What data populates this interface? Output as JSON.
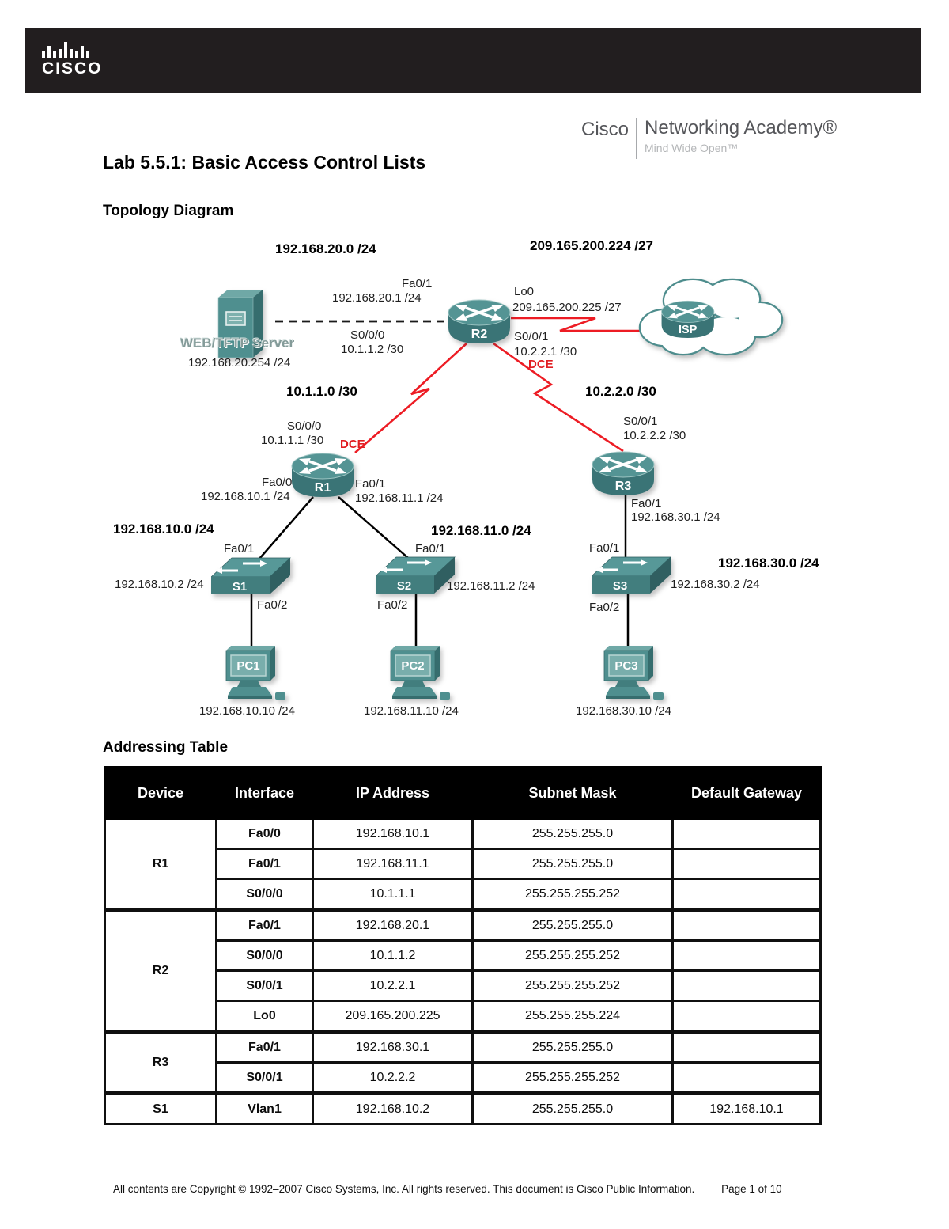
{
  "header": {
    "logo_text": "CISCO",
    "academy_brand": "Cisco",
    "academy_name": "Networking Academy®",
    "academy_tagline": "Mind Wide Open™"
  },
  "title": "Lab 5.5.1: Basic Access Control Lists",
  "sections": {
    "topology": "Topology Diagram",
    "addressing": "Addressing Table"
  },
  "topology": {
    "networks": {
      "net20": "192.168.20.0 /24",
      "net209": "209.165.200.224 /27",
      "net10_1": "10.1.1.0 /30",
      "net10_2": "10.2.2.0 /30",
      "net_10": "192.168.10.0 /24",
      "net_11": "192.168.11.0 /24",
      "net_30": "192.168.30.0 /24"
    },
    "devices": {
      "server_name": "WEB/TFTP Server",
      "server_ip": "192.168.20.254 /24",
      "r1": "R1",
      "r2": "R2",
      "r3": "R3",
      "isp": "ISP",
      "s1": "S1",
      "s2": "S2",
      "s3": "S3",
      "pc1": "PC1",
      "pc2": "PC2",
      "pc3": "PC3"
    },
    "labels": {
      "r2_fa01": "Fa0/1",
      "r2_fa01_ip": "192.168.20.1 /24",
      "r2_lo0": "Lo0",
      "r2_lo0_ip": "209.165.200.225 /27",
      "r2_s000": "S0/0/0",
      "r2_s000_ip": "10.1.1.2 /30",
      "r2_s001": "S0/0/1",
      "r2_s001_ip": "10.2.2.1 /30",
      "r2_dce": "DCE",
      "r1_s000": "S0/0/0",
      "r1_s000_ip": "10.1.1.1 /30",
      "r1_dce": "DCE",
      "r1_fa00": "Fa0/0",
      "r1_fa00_ip": "192.168.10.1 /24",
      "r1_fa01": "Fa0/1",
      "r1_fa01_ip": "192.168.11.1 /24",
      "r3_s001": "S0/0/1",
      "r3_s001_ip": "10.2.2.2 /30",
      "r3_fa01": "Fa0/1",
      "r3_fa01_ip": "192.168.30.1 /24",
      "s1_fa01": "Fa0/1",
      "s1_fa02": "Fa0/2",
      "s1_ip": "192.168.10.2 /24",
      "s2_fa01": "Fa0/1",
      "s2_fa02": "Fa0/2",
      "s2_ip": "192.168.11.2 /24",
      "s3_fa01": "Fa0/1",
      "s3_fa02": "Fa0/2",
      "s3_ip": "192.168.30.2 /24",
      "pc1_ip": "192.168.10.10 /24",
      "pc2_ip": "192.168.11.10 /24",
      "pc3_ip": "192.168.30.10 /24"
    }
  },
  "addressing_table": {
    "headers": [
      "Device",
      "Interface",
      "IP Address",
      "Subnet Mask",
      "Default Gateway"
    ],
    "rows": [
      {
        "device": "R1",
        "span": 3,
        "interface": "Fa0/0",
        "ip": "192.168.10.1",
        "mask": "255.255.255.0",
        "gw": ""
      },
      {
        "interface": "Fa0/1",
        "ip": "192.168.11.1",
        "mask": "255.255.255.0",
        "gw": ""
      },
      {
        "interface": "S0/0/0",
        "ip": "10.1.1.1",
        "mask": "255.255.255.252",
        "gw": ""
      },
      {
        "device": "R2",
        "span": 4,
        "group_start": true,
        "interface": "Fa0/1",
        "ip": "192.168.20.1",
        "mask": "255.255.255.0",
        "gw": ""
      },
      {
        "interface": "S0/0/0",
        "ip": "10.1.1.2",
        "mask": "255.255.255.252",
        "gw": ""
      },
      {
        "interface": "S0/0/1",
        "ip": "10.2.2.1",
        "mask": "255.255.255.252",
        "gw": ""
      },
      {
        "interface": "Lo0",
        "ip": "209.165.200.225",
        "mask": "255.255.255.224",
        "gw": ""
      },
      {
        "device": "R3",
        "span": 2,
        "group_start": true,
        "interface": "Fa0/1",
        "ip": "192.168.30.1",
        "mask": "255.255.255.0",
        "gw": ""
      },
      {
        "interface": "S0/0/1",
        "ip": "10.2.2.2",
        "mask": "255.255.255.252",
        "gw": ""
      },
      {
        "device": "S1",
        "span": 1,
        "group_start": true,
        "interface": "Vlan1",
        "ip": "192.168.10.2",
        "mask": "255.255.255.0",
        "gw": "192.168.10.1"
      }
    ]
  },
  "footer": {
    "copyright": "All contents are Copyright © 1992–2007 Cisco Systems, Inc. All rights reserved. This document is Cisco Public Information.",
    "page": "Page 1 of 10"
  },
  "colors": {
    "device_teal": "#4f8f8f",
    "serial_red": "#ed1c24",
    "bar_black": "#221e1f"
  }
}
